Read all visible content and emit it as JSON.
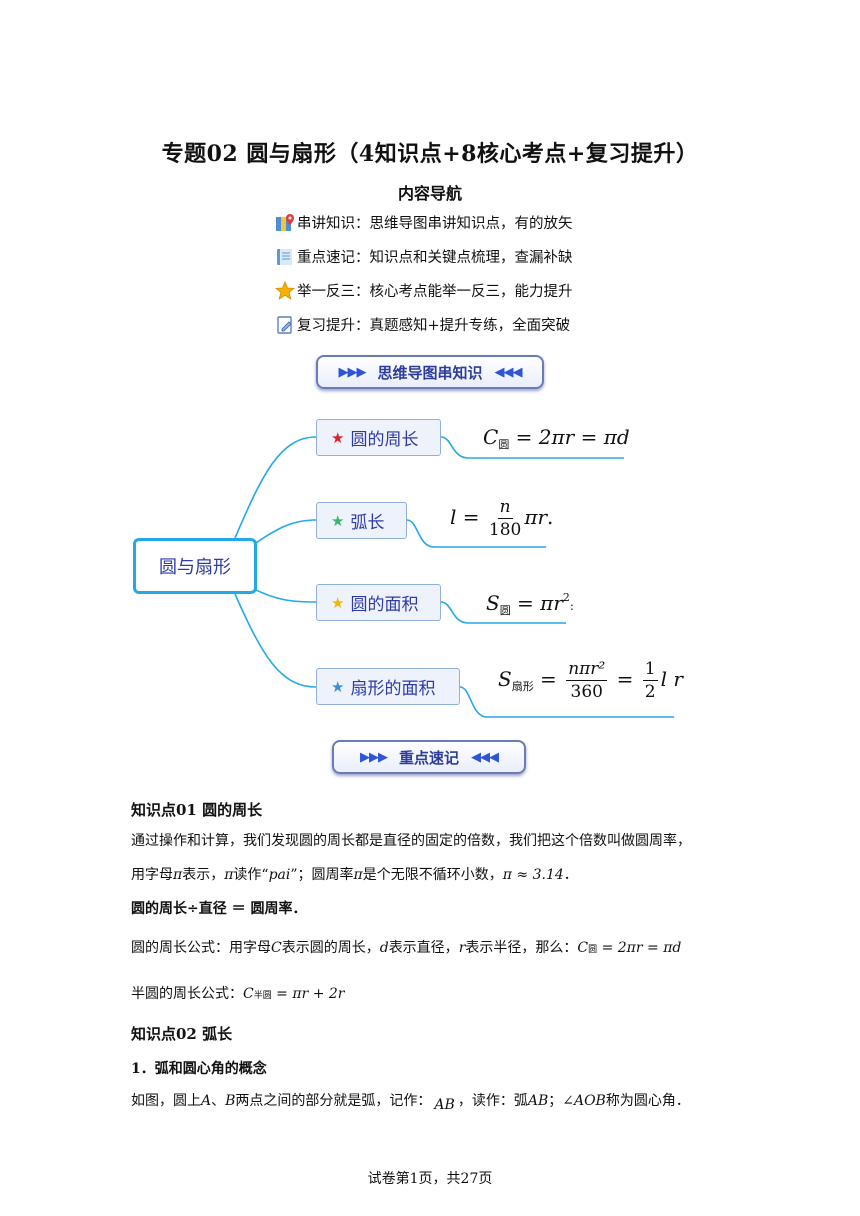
{
  "title": "专题02  圆与扇形（4知识点+8核心考点+复习提升）",
  "nav": {
    "heading": "内容导航",
    "items": [
      {
        "icon": "map-icon",
        "text": "串讲知识：思维导图串讲知识点，有的放矢"
      },
      {
        "icon": "book-icon",
        "text": "重点速记：知识点和关键点梳理，查漏补缺"
      },
      {
        "icon": "star-icon",
        "text": "举一反三：核心考点能举一反三，能力提升"
      },
      {
        "icon": "edit-icon",
        "text": "复习提升：真题感知+提升专练，全面突破"
      }
    ]
  },
  "banners": {
    "mindmap": "思维导图串知识",
    "keypoints": "重点速记"
  },
  "mindmap": {
    "root": "圆与扇形",
    "branches": [
      {
        "label": "圆的周长",
        "star_color": "#d9242b"
      },
      {
        "label": "弧长",
        "star_color": "#35b86a"
      },
      {
        "label": "圆的面积",
        "star_color": "#f2b705"
      },
      {
        "label": "扇形的面积",
        "star_color": "#3a8fd8"
      }
    ],
    "formulas": {
      "circumference": {
        "C": "C",
        "sub": "圆",
        "rest": " = 2πr = πd"
      },
      "arc": {
        "l": "l = ",
        "num": "n",
        "den": "180",
        "tail": "πr",
        "dot": "."
      },
      "area": {
        "S": "S",
        "sub": "圆",
        "rest": " = πr",
        "sup": "2",
        "tail": ":"
      },
      "sector": {
        "S": "S",
        "sub": "扇形",
        "eq1": " = ",
        "num1": "nπr²",
        "den1": "360",
        "eq2": " = ",
        "num2": "1",
        "den2": "2",
        "tail": "l r"
      }
    }
  },
  "content": {
    "k1_heading": "知识点01  圆的周长",
    "k1_p1": "通过操作和计算，我们发现圆的周长都是直径的固定的倍数，我们把这个倍数叫做圆周率，",
    "k1_p2a": "用字母",
    "k1_pi": "π",
    "k1_p2b": "表示，",
    "k1_p2c": "读作“",
    "k1_pai": "pai",
    "k1_p2d": "”；圆周率",
    "k1_p2e": "是个无限不循环小数，",
    "k1_approx": "π ≈ 3.14",
    "k1_p2f": "．",
    "k1_bold": "圆的周长÷直径 ＝ 圆周率．",
    "k1_p3a": "圆的周长公式：用字母",
    "k1_C": "C",
    "k1_p3b": "表示圆的周长，",
    "k1_d": "d",
    "k1_p3c": "表示直径，",
    "k1_r": "r",
    "k1_p3d": "表示半径，那么：",
    "k1_f1_C": "C",
    "k1_f1_sub": "圆",
    "k1_f1_rest": " = 2πr = πd",
    "k1_p4": "半圆的周长公式：",
    "k1_f2_C": "C",
    "k1_f2_sub": "半圆",
    "k1_f2_rest": " = πr + 2r",
    "k2_heading": "知识点02  弧长",
    "k2_sub": "1．弧和圆心角的概念",
    "k2_p1a": "如图，圆上",
    "k2_A": "A",
    "k2_sep": "、",
    "k2_B": "B",
    "k2_p1b": "两点之间的部分就是弧，记作：",
    "k2_AB1": "AB",
    "k2_p1c": "，读作：弧",
    "k2_AB2": "AB",
    "k2_p1d": "；",
    "k2_angle": "∠AOB",
    "k2_p1e": "称为圆心角．"
  },
  "footer": "试卷第1页，共27页"
}
